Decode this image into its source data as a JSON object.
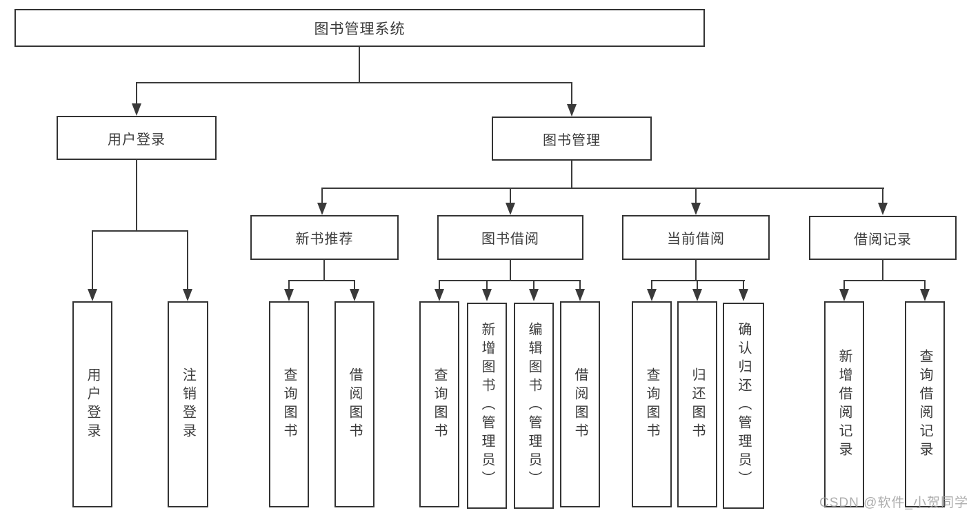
{
  "hierarchy": {
    "root": "图书管理系统",
    "children": [
      {
        "label": "用户登录",
        "children": [
          {
            "label": "用户登录"
          },
          {
            "label": "注销登录"
          }
        ]
      },
      {
        "label": "图书管理",
        "children": [
          {
            "label": "新书推荐",
            "children": [
              {
                "label": "查询图书"
              },
              {
                "label": "借阅图书"
              }
            ]
          },
          {
            "label": "图书借阅",
            "children": [
              {
                "label": "查询图书"
              },
              {
                "label": "新增图书（管理员）"
              },
              {
                "label": "编辑图书（管理员）"
              },
              {
                "label": "借阅图书"
              }
            ]
          },
          {
            "label": "当前借阅",
            "children": [
              {
                "label": "查询图书"
              },
              {
                "label": "归还图书"
              },
              {
                "label": "确认归还（管理员）"
              }
            ]
          },
          {
            "label": "借阅记录",
            "children": [
              {
                "label": "新增借阅记录"
              },
              {
                "label": "查询借阅记录"
              }
            ]
          }
        ]
      }
    ]
  },
  "watermark": {
    "text": "CSDN @软件_小贺同学"
  },
  "colors": {
    "line": "#3a3a3a",
    "box_border": "#333333",
    "text": "#3b3b3b",
    "watermark": "#9e9e9e",
    "background": "#ffffff"
  }
}
